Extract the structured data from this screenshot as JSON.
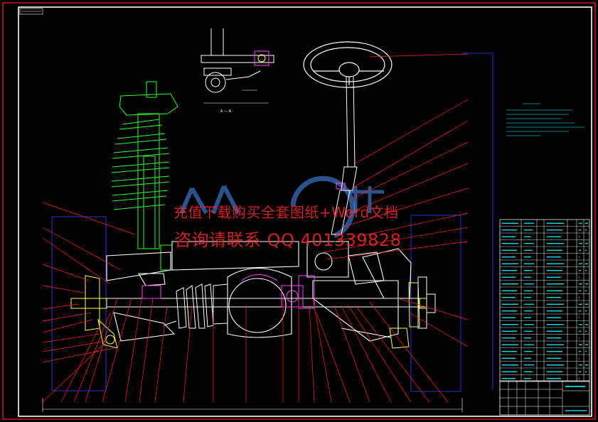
{
  "drawing": {
    "title_stamp": "",
    "watermark": {
      "line1": "充值下载购买全套图纸+Word文档",
      "line2": "咨询请联系 QQ 401339828"
    },
    "colors": {
      "background": "#000000",
      "frame": "#ffffff",
      "outer_border": "#ff2020",
      "suspension": "#22ff22",
      "steering": "#ffffff",
      "leader_lines": "#ff2020",
      "aux_lines": "#3040ff",
      "wheel_parts": "#ffff40",
      "hatching": "#ff40ff",
      "table_text": "#00ffff"
    },
    "icons": [
      "steering-wheel-icon",
      "strut-spring-icon",
      "differential-icon",
      "half-shaft-icon",
      "wheel-hub-icon"
    ],
    "bom_rows": 24,
    "title_block_rows": 4
  }
}
